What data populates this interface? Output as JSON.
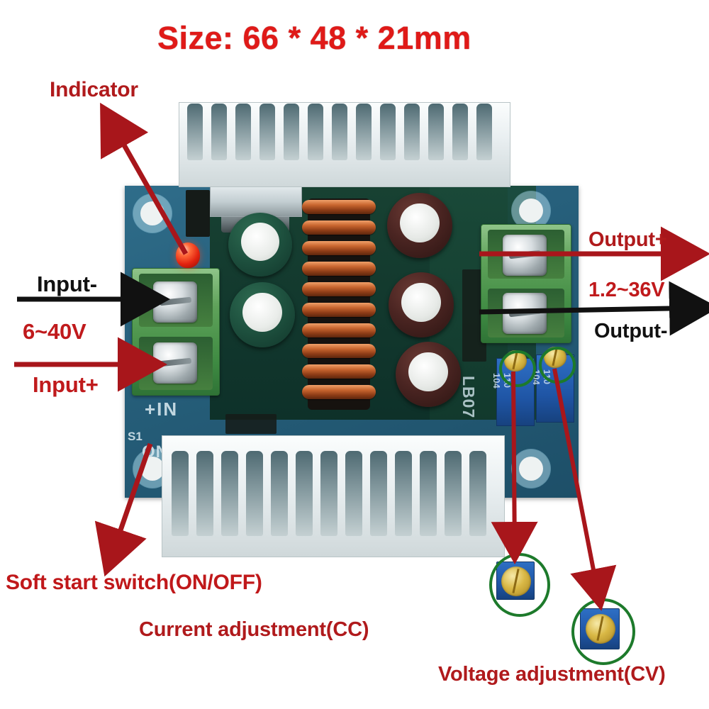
{
  "title": "Size: 66 * 48 * 21mm",
  "annotations": {
    "indicator": "Indicator",
    "input_minus": "Input-",
    "input_range": "6~40V",
    "input_plus": "Input+",
    "output_plus": "Output+",
    "output_range": "1.2~36V",
    "output_minus": "Output-",
    "soft_start": "Soft start switch(ON/OFF)",
    "current_adjust": "Current adjustment(CC)",
    "voltage_adjust": "Voltage adjustment(CV)"
  },
  "board": {
    "silkscreen": {
      "in_plus": "+IN",
      "switch_ref": "S1",
      "switch_state": "ON",
      "part_code": "LB07"
    },
    "trimmers": [
      {
        "marking": "110 104"
      },
      {
        "marking": "110 104"
      }
    ]
  },
  "colors": {
    "title_red": "#e01a18",
    "label_red": "#b01a1c",
    "label_black": "#111111",
    "arrow_red": "#a8161b",
    "arrow_black": "#111111",
    "highlight_green": "#1d7a2b",
    "pcb_blue": "#2f6d8a",
    "terminal_green": "#3e8a42",
    "heatsink_silver": "#e8eef0",
    "led_red": "#e2230f"
  }
}
